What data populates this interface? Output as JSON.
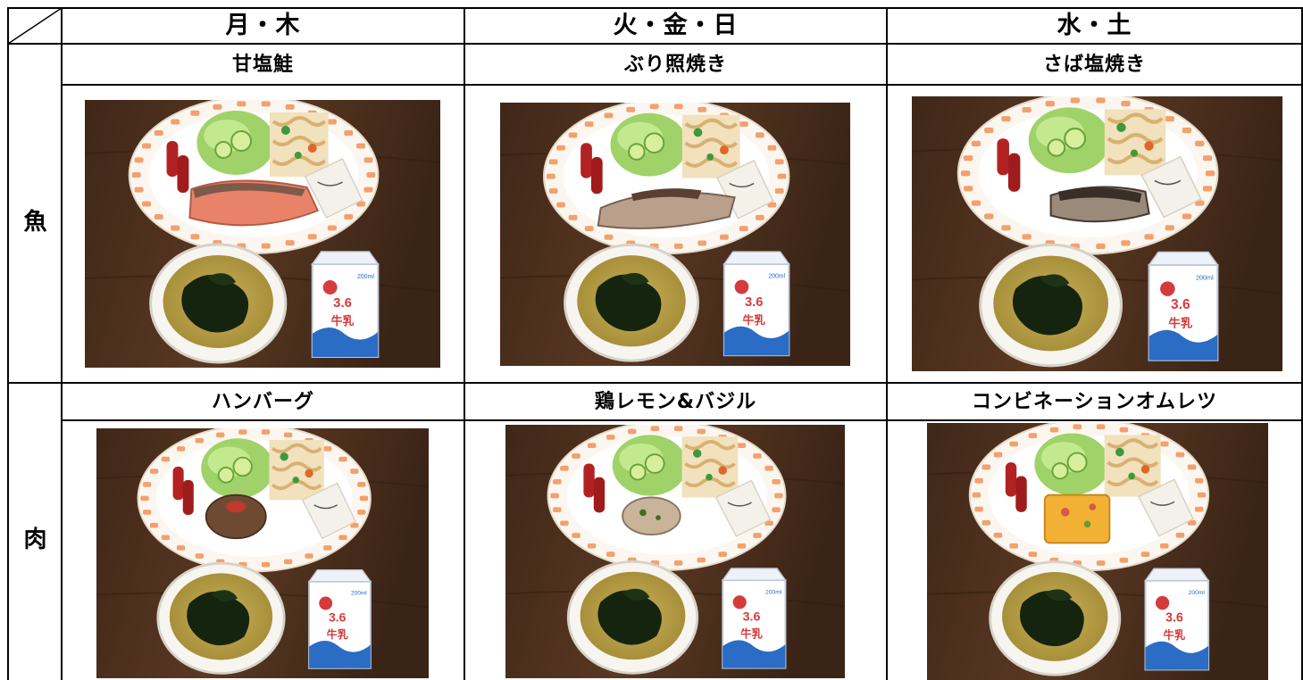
{
  "days": [
    "月・木",
    "火・金・日",
    "水・土"
  ],
  "rows": [
    {
      "label": "魚",
      "dishes": [
        {
          "name": "甘塩鮭",
          "photo": "salmon-meal-photo",
          "main": "salmon"
        },
        {
          "name": "ぶり照焼き",
          "photo": "yellowtail-meal-photo",
          "main": "buri"
        },
        {
          "name": "さば塩焼き",
          "photo": "mackerel-meal-photo",
          "main": "saba"
        }
      ]
    },
    {
      "label": "肉",
      "dishes": [
        {
          "name": "ハンバーグ",
          "photo": "hamburg-meal-photo",
          "main": "hamburg"
        },
        {
          "name": "鶏レモン&バジル",
          "photo": "chicken-meal-photo",
          "main": "chicken"
        },
        {
          "name": "コンビネーションオムレツ",
          "photo": "omelette-meal-photo",
          "main": "omelette"
        }
      ]
    }
  ],
  "milk_carton": {
    "brand": "3.6",
    "product": "牛乳",
    "volume": "200ml"
  },
  "colors": {
    "table_lines": "#000000",
    "wood": "#4a2f1d",
    "plate_rim": "#f0a070"
  }
}
